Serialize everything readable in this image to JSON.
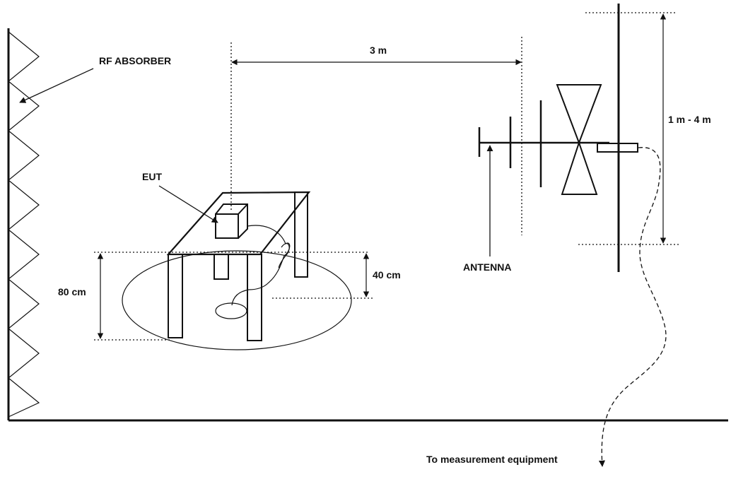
{
  "labels": {
    "rf_absorber": "RF ABSORBER",
    "eut": "EUT",
    "distance": "3 m",
    "height_range": "1 m  -  4 m",
    "table_height": "80 cm",
    "cable_height": "40 cm",
    "antenna": "ANTENNA",
    "equipment": "To measurement equipment"
  },
  "colors": {
    "line": "#111111",
    "background": "#ffffff"
  }
}
